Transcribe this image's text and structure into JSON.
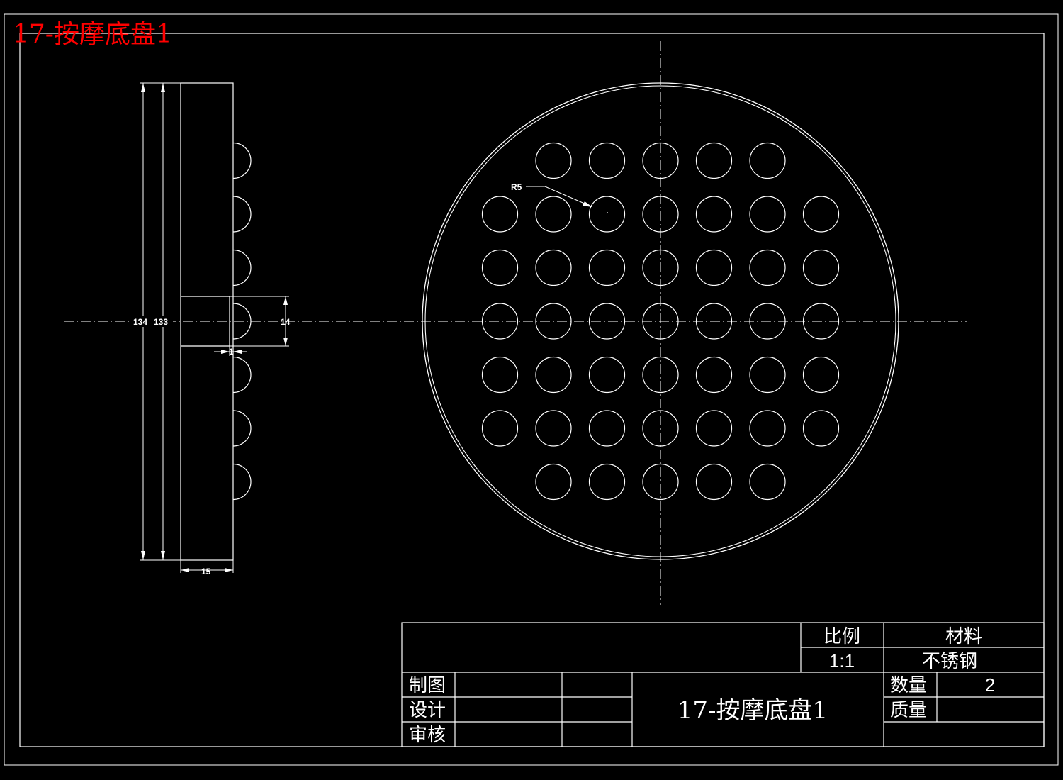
{
  "drawing": {
    "watermark_title": "17-按摩底盘1",
    "colors": {
      "background": "#000000",
      "line": "#ffffff",
      "watermark": "#ff0000"
    }
  },
  "side_view": {
    "dims": {
      "outer_height": "134",
      "inner_height": "133",
      "hole_width": "14",
      "thickness": "15",
      "step": "1"
    },
    "bump_count": 7
  },
  "top_view": {
    "radius_label": "R5",
    "hole_rows": [
      5,
      7,
      7,
      7,
      7,
      7,
      5
    ]
  },
  "title_block": {
    "scale_label": "比例",
    "scale_value": "1:1",
    "material_label": "材料",
    "material_value": "不锈钢",
    "drawn_label": "制图",
    "design_label": "设计",
    "review_label": "审核",
    "part_name": "17-按摩底盘1",
    "quantity_label": "数量",
    "quantity_value": "2",
    "mass_label": "质量"
  }
}
